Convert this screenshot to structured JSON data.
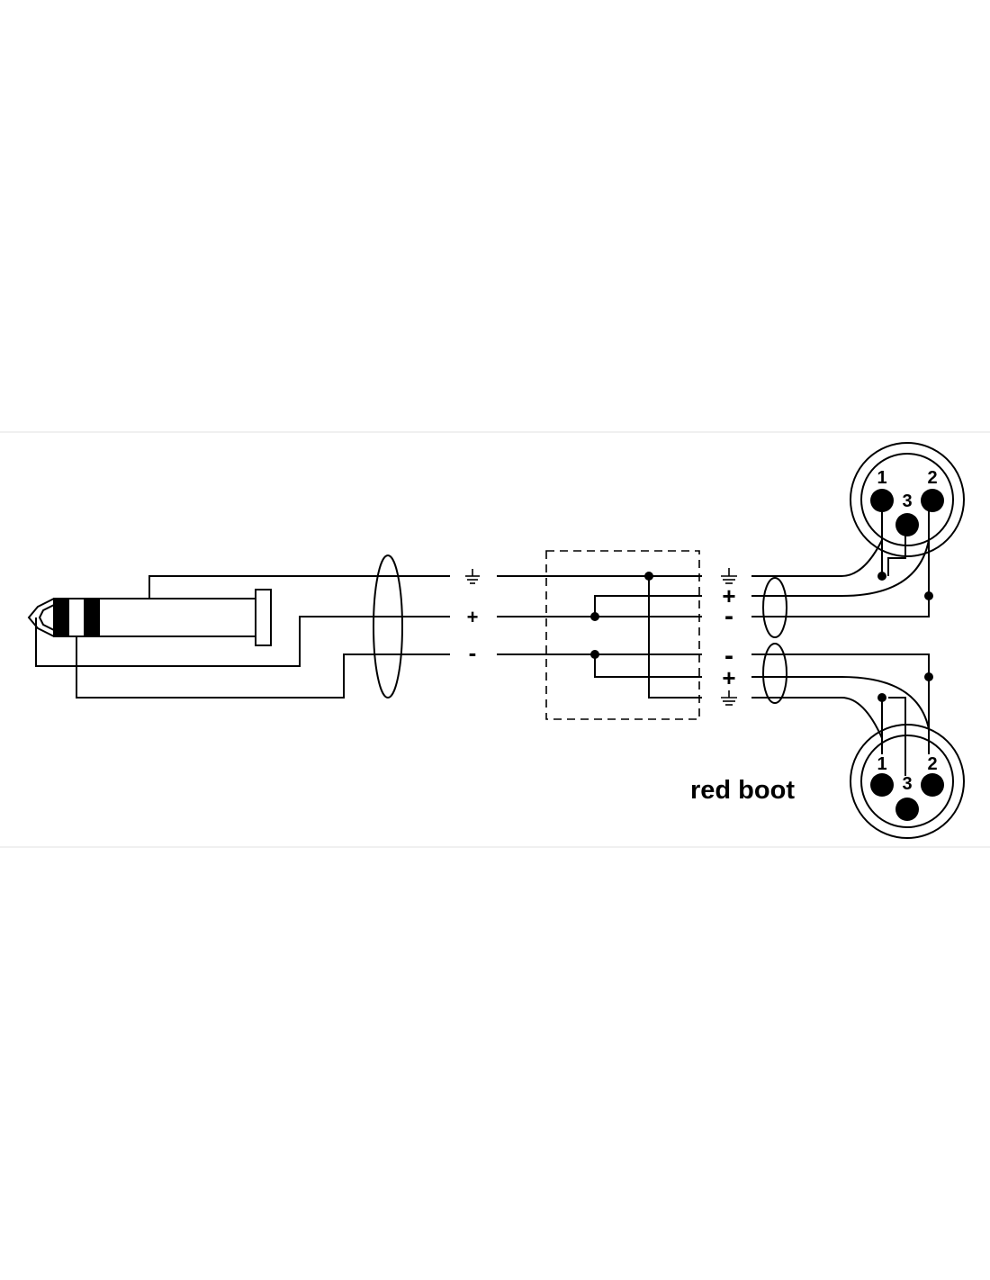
{
  "diagram": {
    "left_signals": {
      "ground": "⏚",
      "plus": "+",
      "minus": "-"
    },
    "upper_signals": {
      "ground": "⏚",
      "plus": "+",
      "minus": "-"
    },
    "lower_signals": {
      "minus": "-",
      "plus": "+",
      "ground": "⏚"
    },
    "xlr_top": {
      "pin1": "1",
      "pin2": "2",
      "pin3": "3"
    },
    "xlr_bottom": {
      "pin1": "1",
      "pin2": "2",
      "pin3": "3"
    },
    "caption": "red boot"
  }
}
